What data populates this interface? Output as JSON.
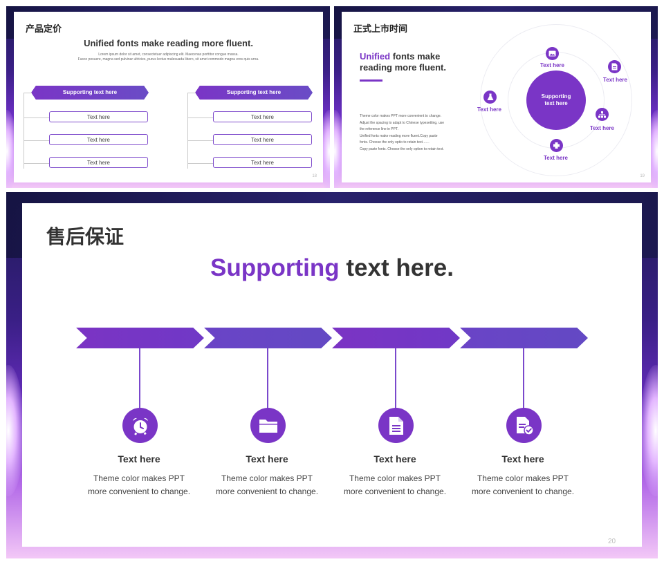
{
  "colors": {
    "accent": "#7a35c6",
    "accent2": "#6a4cc6",
    "frame_dark": "#1e1a55"
  },
  "slide1": {
    "title": "产品定价",
    "headline": "Unified fonts make reading more fluent.",
    "body_line1": "Lorem ipsum dolor sit amet, consectetuer adipiscing elit. Maecenas porttitor congue massa.",
    "body_line2": "Fusce posuere, magna sed pulvinar ultricies, purus lectus malesuada libero, sit amet commodo magna eros quis urna.",
    "groups": [
      {
        "header": "Supporting text here",
        "items": [
          "Text here",
          "Text here",
          "Text here"
        ]
      },
      {
        "header": "Supporting text here",
        "items": [
          "Text here",
          "Text here",
          "Text here"
        ]
      }
    ],
    "page": "18"
  },
  "slide2": {
    "title": "正式上市时间",
    "headline_accent": "Unified",
    "headline_rest": "fonts make",
    "headline_line2": "reading more fluent.",
    "body": [
      "Theme  color makes PPT more convenient to change.",
      "Adjust the spacing to adapt to Chinese typesetting, use",
      "the reference line in PPT.",
      "Unified fonts make reading more fluent.Copy paste",
      "fonts. Choose the only optio to retain text……",
      "Copy paste  fonts. Choose the only option to retain text."
    ],
    "center_line1": "Supporting",
    "center_line2": "text here",
    "nodes": [
      {
        "icon": "image-icon",
        "label": "Text here"
      },
      {
        "icon": "document-icon",
        "label": "Text here"
      },
      {
        "icon": "sitemap-icon",
        "label": "Text here"
      },
      {
        "icon": "puzzle-icon",
        "label": "Text here"
      },
      {
        "icon": "flask-icon",
        "label": "Text here"
      }
    ],
    "page": "19"
  },
  "slide3": {
    "title": "售后保证",
    "headline_accent": "Supporting",
    "headline_rest": "text here.",
    "steps": [
      {
        "icon": "alarm-clock-icon",
        "title": "Text here",
        "line1": "Theme color makes PPT",
        "line2": "more convenient to change."
      },
      {
        "icon": "folder-icon",
        "title": "Text here",
        "line1": "Theme color makes PPT",
        "line2": "more convenient to change."
      },
      {
        "icon": "document-icon",
        "title": "Text here",
        "line1": "Theme color makes PPT",
        "line2": "more convenient to change."
      },
      {
        "icon": "document-check-icon",
        "title": "Text here",
        "line1": "Theme color makes PPT",
        "line2": "more convenient to change."
      }
    ],
    "page": "20"
  }
}
